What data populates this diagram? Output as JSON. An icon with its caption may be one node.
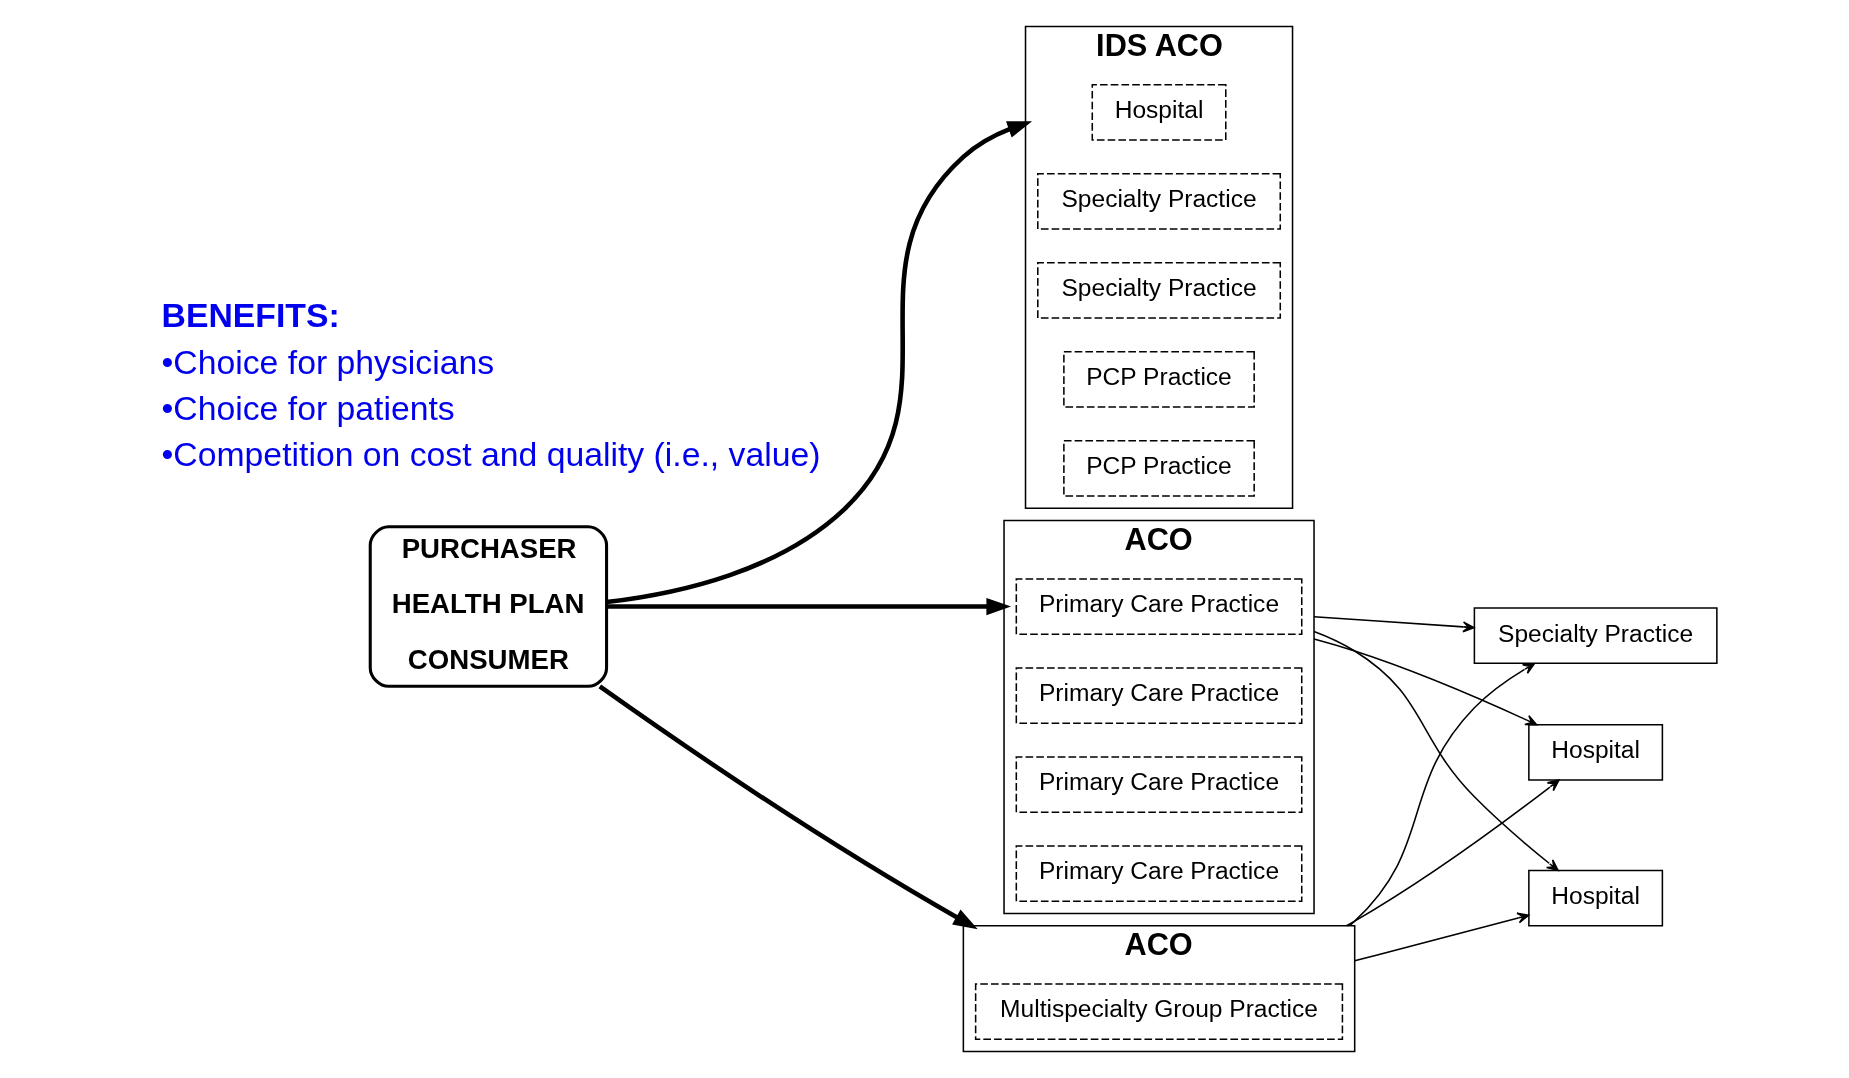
{
  "diagram": {
    "nodes": [
      {
        "text": [
          "PURCHASER",
          "HEALTH PLAN",
          "CONSUMER"
        ]
      },
      {
        "text": [
          "IDS ACO"
        ]
      },
      {
        "text": [
          "Hospital"
        ],
        "in": 1
      },
      {
        "text": [
          "Specialty Practice"
        ],
        "in": 1
      },
      {
        "text": [
          "Specialty Practice"
        ],
        "in": 1
      },
      {
        "text": [
          "PCP Practice"
        ],
        "in": 1
      },
      {
        "text": [
          "PCP Practice"
        ],
        "in": 1
      },
      {
        "text": [
          "ACO"
        ]
      },
      {
        "text": [
          "Multispecialty Group Practice"
        ],
        "in": 7
      },
      {
        "text": [
          "ACO"
        ]
      },
      {
        "text": [
          "Primary Care Practice"
        ],
        "in": 9
      },
      {
        "text": [
          "Primary Care Practice"
        ],
        "in": 9
      },
      {
        "text": [
          "Primary Care Practice"
        ],
        "in": 9
      },
      {
        "text": [
          "Primary Care Practice"
        ],
        "in": 9
      },
      {
        "text": [
          "Hospital"
        ]
      },
      {
        "text": [
          "Hospital"
        ]
      },
      {
        "text": [
          "Specialty Practice"
        ]
      }
    ],
    "edges": [
      {
        "from": 0,
        "to": 1,
        "arrow": "to",
        "style": "thick"
      },
      {
        "from": 0,
        "to": 7,
        "arrow": "to",
        "style": "thick"
      },
      {
        "from": 0,
        "to": 9,
        "arrow": "to",
        "style": "thick"
      },
      {
        "from": 7,
        "to": 14,
        "arrow": "to"
      },
      {
        "from": 7,
        "to": 15,
        "arrow": "to"
      },
      {
        "from": 7,
        "to": 16,
        "arrow": "to"
      },
      {
        "from": 9,
        "to": 14,
        "arrow": "to"
      },
      {
        "from": 9,
        "to": 15,
        "arrow": "to"
      },
      {
        "from": 9,
        "to": 16,
        "arrow": "to"
      }
    ],
    "labels": [
      "BENEFITS:",
      "•Choice for physicians",
      "•Choice for patients",
      "•Competition on cost and quality (i.e., value)"
    ]
  }
}
